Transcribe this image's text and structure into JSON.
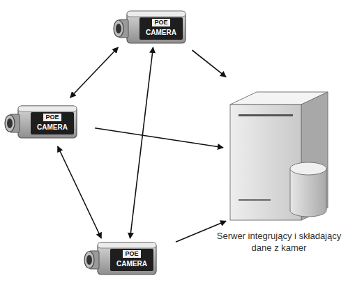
{
  "diagram": {
    "nodes": [
      {
        "text": [
          "POE",
          "CAMERA"
        ]
      },
      {
        "text": [
          "POE",
          "CAMERA"
        ]
      },
      {
        "text": [
          "POE",
          "CAMERA"
        ]
      },
      {
        "text": [
          "Serwer integrujący i składający dane z kamer"
        ]
      }
    ],
    "edges": [
      {
        "from": 0,
        "to": 1,
        "arrow": "both"
      },
      {
        "from": 0,
        "to": 2,
        "arrow": "both"
      },
      {
        "from": 1,
        "to": 2,
        "arrow": "both"
      },
      {
        "from": 0,
        "to": 3,
        "arrow": "to"
      },
      {
        "from": 1,
        "to": 3,
        "arrow": "to"
      },
      {
        "from": 2,
        "to": 3,
        "arrow": "to"
      }
    ]
  }
}
